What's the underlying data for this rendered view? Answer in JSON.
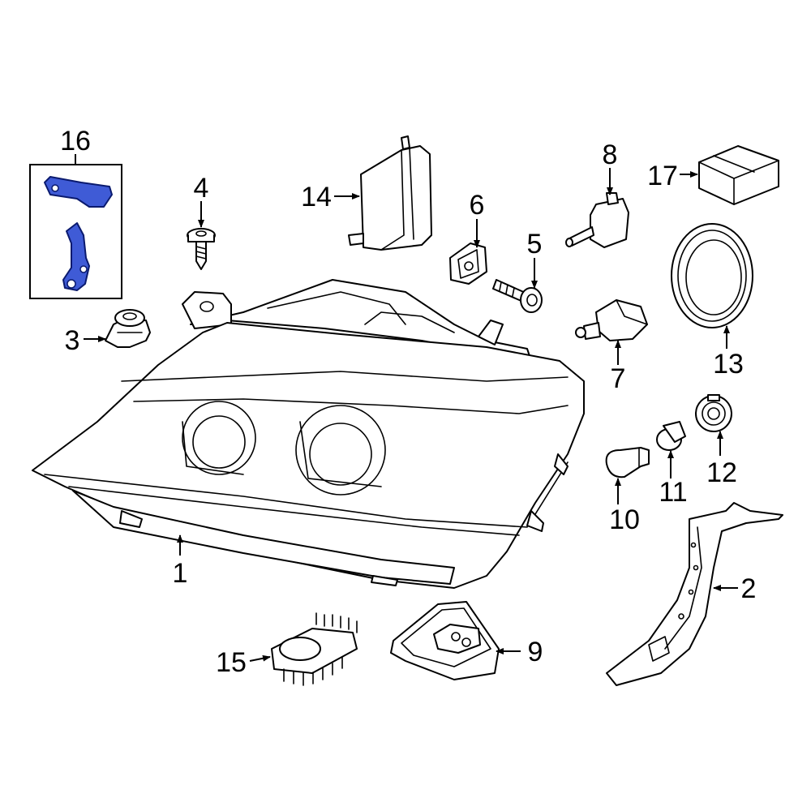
{
  "callouts": {
    "c1": "1",
    "c2": "2",
    "c3": "3",
    "c4": "4",
    "c5": "5",
    "c6": "6",
    "c7": "7",
    "c8": "8",
    "c9": "9",
    "c10": "10",
    "c11": "11",
    "c12": "12",
    "c13": "13",
    "c14": "14",
    "c15": "15",
    "c16": "16",
    "c17": "17"
  },
  "colors": {
    "highlight": "#3f5bd6",
    "line": "#000000",
    "background": "#ffffff"
  }
}
